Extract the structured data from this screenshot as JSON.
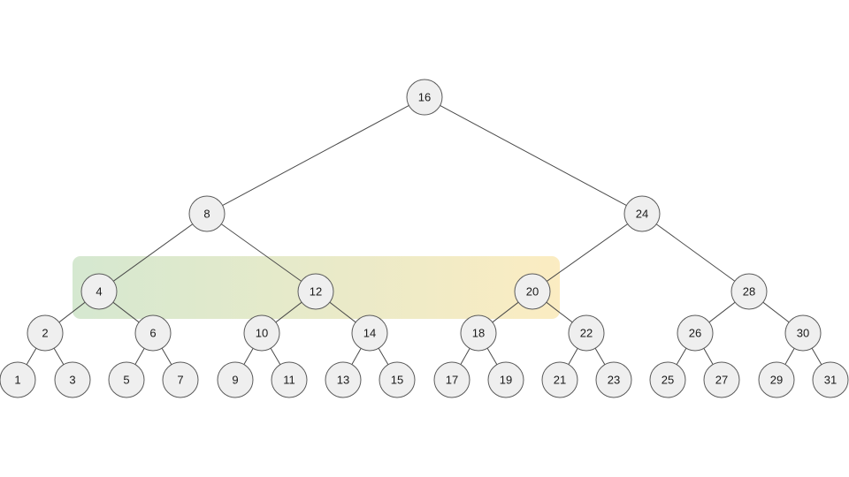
{
  "tree": {
    "nodes": [
      {
        "id": "n16",
        "label": "16"
      },
      {
        "id": "n8",
        "label": "8"
      },
      {
        "id": "n24",
        "label": "24"
      },
      {
        "id": "n4",
        "label": "4"
      },
      {
        "id": "n12",
        "label": "12"
      },
      {
        "id": "n20",
        "label": "20"
      },
      {
        "id": "n28",
        "label": "28"
      },
      {
        "id": "n2",
        "label": "2"
      },
      {
        "id": "n6",
        "label": "6"
      },
      {
        "id": "n10",
        "label": "10"
      },
      {
        "id": "n14",
        "label": "14"
      },
      {
        "id": "n18",
        "label": "18"
      },
      {
        "id": "n22",
        "label": "22"
      },
      {
        "id": "n26",
        "label": "26"
      },
      {
        "id": "n30",
        "label": "30"
      },
      {
        "id": "n1",
        "label": "1"
      },
      {
        "id": "n3",
        "label": "3"
      },
      {
        "id": "n5",
        "label": "5"
      },
      {
        "id": "n7",
        "label": "7"
      },
      {
        "id": "n9",
        "label": "9"
      },
      {
        "id": "n11",
        "label": "11"
      },
      {
        "id": "n13",
        "label": "13"
      },
      {
        "id": "n15",
        "label": "15"
      },
      {
        "id": "n17",
        "label": "17"
      },
      {
        "id": "n19",
        "label": "19"
      },
      {
        "id": "n21",
        "label": "21"
      },
      {
        "id": "n23",
        "label": "23"
      },
      {
        "id": "n25",
        "label": "25"
      },
      {
        "id": "n27",
        "label": "27"
      },
      {
        "id": "n29",
        "label": "29"
      },
      {
        "id": "n31",
        "label": "31"
      }
    ],
    "edges": [
      [
        "n16",
        "n8"
      ],
      [
        "n16",
        "n24"
      ],
      [
        "n8",
        "n4"
      ],
      [
        "n8",
        "n12"
      ],
      [
        "n24",
        "n20"
      ],
      [
        "n24",
        "n28"
      ],
      [
        "n4",
        "n2"
      ],
      [
        "n4",
        "n6"
      ],
      [
        "n12",
        "n10"
      ],
      [
        "n12",
        "n14"
      ],
      [
        "n20",
        "n18"
      ],
      [
        "n20",
        "n22"
      ],
      [
        "n28",
        "n26"
      ],
      [
        "n28",
        "n30"
      ],
      [
        "n2",
        "n1"
      ],
      [
        "n2",
        "n3"
      ],
      [
        "n6",
        "n5"
      ],
      [
        "n6",
        "n7"
      ],
      [
        "n10",
        "n9"
      ],
      [
        "n10",
        "n11"
      ],
      [
        "n14",
        "n13"
      ],
      [
        "n14",
        "n15"
      ],
      [
        "n18",
        "n17"
      ],
      [
        "n18",
        "n19"
      ],
      [
        "n22",
        "n21"
      ],
      [
        "n22",
        "n23"
      ],
      [
        "n26",
        "n25"
      ],
      [
        "n26",
        "n27"
      ],
      [
        "n30",
        "n29"
      ],
      [
        "n30",
        "n31"
      ]
    ],
    "highlight": {
      "covers": [
        "n4",
        "n12",
        "n20"
      ],
      "gradient_colors": [
        "#d5e8d0",
        "#fbecc2"
      ]
    },
    "colors": {
      "node_fill": "#efefef",
      "node_stroke": "#5b5b5b",
      "edge": "#4a4a4a"
    }
  }
}
